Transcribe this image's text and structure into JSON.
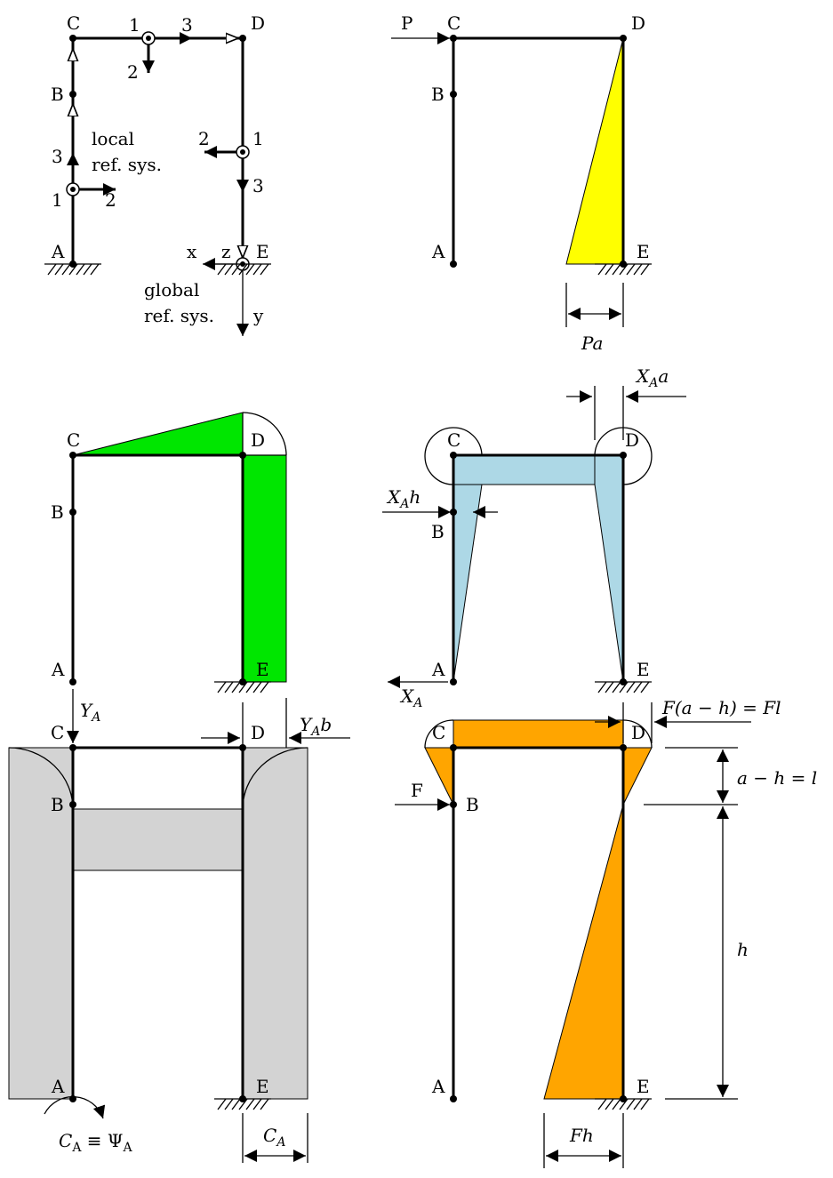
{
  "colors": {
    "frame": "#000000",
    "diagram_P": "#ffff00",
    "diagram_YA": "#00e600",
    "diagram_XA": "#add8e6",
    "diagram_CA": "#d3d3d3",
    "diagram_F": "#ffa500"
  },
  "icons": [
    "arrow-icon",
    "hinge-icon",
    "ground-support-icon"
  ],
  "panel1": {
    "nodes": [
      "A",
      "B",
      "C",
      "D",
      "E"
    ],
    "local_caption_1": "local",
    "local_caption_2": "ref. sys.",
    "global_caption_1": "global",
    "global_caption_2": "ref. sys.",
    "axis_labels": [
      "1",
      "2",
      "3"
    ],
    "global_x": "x",
    "global_y": "y",
    "global_z": "z"
  },
  "panel2": {
    "nodes": [
      "A",
      "B",
      "C",
      "D",
      "E"
    ],
    "load": "P",
    "dimension": "Pa"
  },
  "panel3": {
    "nodes": [
      "A",
      "B",
      "C",
      "D",
      "E"
    ],
    "load": "Y_A",
    "dimension": "Y_A b"
  },
  "panel4": {
    "nodes": [
      "A",
      "B",
      "C",
      "D",
      "E"
    ],
    "load": "X_A",
    "dimension_top": "X_A a",
    "dimension_left": "X_A h"
  },
  "panel5": {
    "nodes": [
      "A",
      "B",
      "C",
      "D",
      "E"
    ],
    "moment_label": "C_A ≡ Ψ_A",
    "dimension": "C_A"
  },
  "panel6": {
    "nodes": [
      "A",
      "B",
      "C",
      "D",
      "E"
    ],
    "load": "F",
    "dimension_top": "F(a − h) = Fl",
    "dimension_right_top": "a − h = l",
    "dimension_right_bottom": "h",
    "dimension_bottom": "Fh"
  }
}
